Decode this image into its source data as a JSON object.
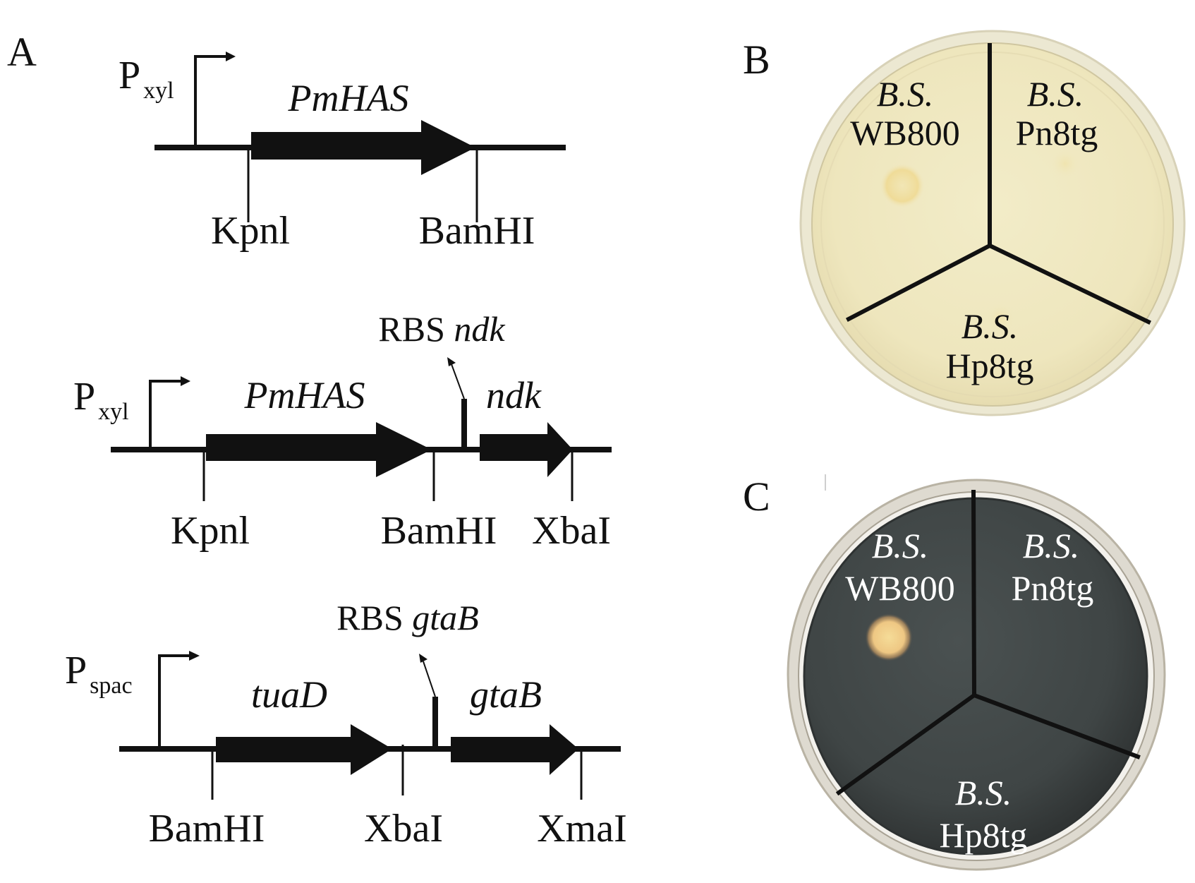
{
  "panels": {
    "A": {
      "letter": "A",
      "constructs": [
        {
          "promoter": {
            "base": "P",
            "subscript": "xyl"
          },
          "genes": [
            {
              "name": "PmHAS",
              "length_units": 1
            }
          ],
          "rbs": null,
          "sites": [
            "Kpnl",
            "BamHI"
          ]
        },
        {
          "promoter": {
            "base": "P",
            "subscript": "xyl"
          },
          "genes": [
            {
              "name": "PmHAS"
            },
            {
              "name": "ndk"
            }
          ],
          "rbs": {
            "label_prefix": "RBS",
            "label_gene": "ndk"
          },
          "sites": [
            "Kpnl",
            "BamHI",
            "XbaI"
          ]
        },
        {
          "promoter": {
            "base": "P",
            "subscript": "spac"
          },
          "genes": [
            {
              "name": "tuaD"
            },
            {
              "name": "gtaB"
            }
          ],
          "rbs": {
            "label_prefix": "RBS",
            "label_gene": "gtaB"
          },
          "sites": [
            "BamHI",
            "XbaI",
            "XmaI"
          ]
        }
      ]
    },
    "B": {
      "letter": "B",
      "plate_style": "light",
      "colors": {
        "agar": "#efe8c2",
        "rim": "#e6e1cc",
        "halo": "#f0d890",
        "text": "#111111"
      },
      "sectors": [
        {
          "species": "B.S.",
          "strain": "WB800",
          "halo": "faint"
        },
        {
          "species": "B.S.",
          "strain": "Pn8tg",
          "halo": "very faint"
        },
        {
          "species": "B.S.",
          "strain": "Hp8tg",
          "halo": "very faint"
        }
      ]
    },
    "C": {
      "letter": "C",
      "plate_style": "dark",
      "colors": {
        "agar": "#434949",
        "rim": "#d9d5ca",
        "halo": "#f0d08a",
        "text": "#ffffff"
      },
      "sectors": [
        {
          "species": "B.S.",
          "strain": "WB800",
          "halo": "strong"
        },
        {
          "species": "B.S.",
          "strain": "Pn8tg",
          "halo": "none"
        },
        {
          "species": "B.S.",
          "strain": "Hp8tg",
          "halo": "none"
        }
      ]
    }
  }
}
